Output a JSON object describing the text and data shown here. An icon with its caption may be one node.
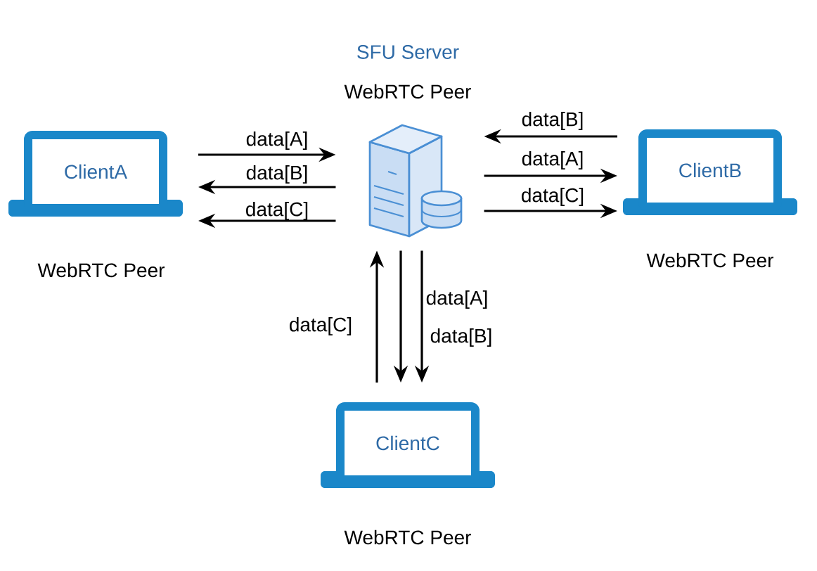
{
  "diagram": {
    "nodes": [
      {
        "text": [
          "SFU Server",
          "WebRTC Peer"
        ]
      },
      {
        "text": [
          "ClientA"
        ],
        "beside": [
          "WebRTC Peer"
        ]
      },
      {
        "text": [
          "ClientB"
        ],
        "beside": [
          "WebRTC Peer"
        ]
      },
      {
        "text": [
          "ClientC"
        ],
        "beside": [
          "WebRTC Peer"
        ]
      }
    ],
    "edges": [
      {
        "from": 1,
        "to": 0,
        "arrow": "to",
        "label": "data[A]"
      },
      {
        "from": 0,
        "to": 1,
        "arrow": "to",
        "label": "data[B]"
      },
      {
        "from": 0,
        "to": 1,
        "arrow": "to",
        "label": "data[C]"
      },
      {
        "from": 2,
        "to": 0,
        "arrow": "to",
        "label": "data[B]"
      },
      {
        "from": 0,
        "to": 2,
        "arrow": "to",
        "label": "data[A]"
      },
      {
        "from": 0,
        "to": 2,
        "arrow": "to",
        "label": "data[C]"
      },
      {
        "from": 3,
        "to": 0,
        "arrow": "to",
        "label": "data[C]"
      },
      {
        "from": 0,
        "to": 3,
        "arrow": "to",
        "label": "data[A]"
      },
      {
        "from": 0,
        "to": 3,
        "arrow": "to",
        "label": "data[B]"
      }
    ]
  }
}
